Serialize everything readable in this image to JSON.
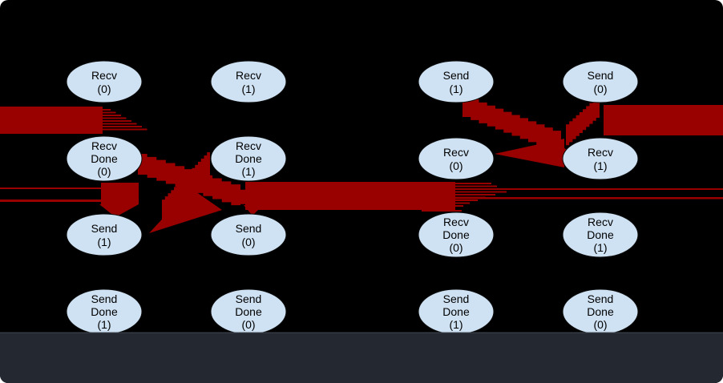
{
  "palette": {
    "background": "#000000",
    "arrow_red": "#990000",
    "node_fill": "#cfe2f3",
    "node_stroke": "#0a0a0a",
    "node_text": "#000000",
    "bottom_bar": "#232831",
    "bottom_bar_edge": "#3d434c"
  },
  "diagram": {
    "type": "communication-dependency-graph",
    "nodes": [
      {
        "row": 1,
        "col": 1,
        "label": "Recv (0)",
        "lines": [
          "Recv",
          "(0)"
        ]
      },
      {
        "row": 1,
        "col": 2,
        "label": "Recv (1)",
        "lines": [
          "Recv",
          "(1)"
        ]
      },
      {
        "row": 1,
        "col": 3,
        "label": "Send (1)",
        "lines": [
          "Send",
          "(1)"
        ]
      },
      {
        "row": 1,
        "col": 4,
        "label": "Send (0)",
        "lines": [
          "Send",
          "(0)"
        ]
      },
      {
        "row": 2,
        "col": 1,
        "label": "Recv Done (0)",
        "lines": [
          "Recv",
          "Done",
          "(0)"
        ]
      },
      {
        "row": 2,
        "col": 2,
        "label": "Recv Done (1)",
        "lines": [
          "Recv",
          "Done",
          "(1)"
        ]
      },
      {
        "row": 2,
        "col": 3,
        "label": "Recv (0)",
        "lines": [
          "Recv",
          "(0)"
        ]
      },
      {
        "row": 2,
        "col": 4,
        "label": "Recv (1)",
        "lines": [
          "Recv",
          "(1)"
        ]
      },
      {
        "row": 3,
        "col": 1,
        "label": "Send (1)",
        "lines": [
          "Send",
          "(1)"
        ]
      },
      {
        "row": 3,
        "col": 2,
        "label": "Send (0)",
        "lines": [
          "Send",
          "(0)"
        ]
      },
      {
        "row": 3,
        "col": 3,
        "label": "Recv Done (0)",
        "lines": [
          "Recv",
          "Done",
          "(0)"
        ]
      },
      {
        "row": 3,
        "col": 4,
        "label": "Recv Done (1)",
        "lines": [
          "Recv",
          "Done",
          "(1)"
        ]
      },
      {
        "row": 4,
        "col": 1,
        "label": "Send Done (1)",
        "lines": [
          "Send",
          "Done",
          "(1)"
        ]
      },
      {
        "row": 4,
        "col": 2,
        "label": "Send Done (0)",
        "lines": [
          "Send",
          "Done",
          "(0)"
        ]
      },
      {
        "row": 4,
        "col": 3,
        "label": "Send Done (1)",
        "lines": [
          "Send",
          "Done",
          "(1)"
        ]
      },
      {
        "row": 4,
        "col": 4,
        "label": "Send Done (0)",
        "lines": [
          "Send",
          "Done",
          "(0)"
        ]
      }
    ],
    "edges": [
      {
        "from": "offscreen left",
        "to": "Recv Done (0), column 1",
        "style": "thick red bar entering at left edge with stepped taper"
      },
      {
        "from": "offscreen left",
        "to": "Send (1), column 1",
        "style": "thin taper lines ending in a downward arrowhead"
      },
      {
        "from": "Recv Done (0), column 1",
        "to": "Send (0), column 2",
        "style": "thick stepped diagonal"
      },
      {
        "from": "Recv Done (1), column 2",
        "to": "Send (1), column 1",
        "style": "thick stepped diagonal with large arrowhead"
      },
      {
        "from": "Send (0) / Recv Done (1), column 2",
        "to": "Recv (0) / Recv Done (0), column 3",
        "style": "long thick horizontal bar"
      },
      {
        "from": "column 3 bar end",
        "to": "offscreen right",
        "style": "thin taper lines reaching the right edge"
      },
      {
        "from": "Send (1), column 3",
        "to": "Recv (1), column 4",
        "style": "thick stepped diagonal"
      },
      {
        "from": "Send (0), column 4",
        "to": "Recv (0), column 3",
        "style": "thick stepped diagonal with large left arrowhead"
      },
      {
        "from": "offscreen right",
        "to": "Send (0) area, column 4",
        "style": "thick red bar entering at right edge"
      }
    ]
  }
}
